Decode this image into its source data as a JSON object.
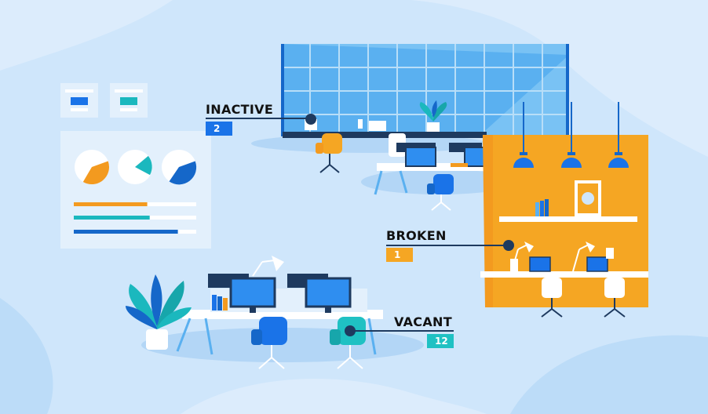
{
  "status": {
    "inactive": {
      "label": "INACTIVE",
      "count": "2",
      "color": "#1a73e8"
    },
    "broken": {
      "label": "BROKEN",
      "count": "1",
      "color": "#f5a623"
    },
    "vacant": {
      "label": "VACANT",
      "count": "12",
      "color": "#1fc1c3"
    }
  },
  "dashboard": {
    "pie_values": [
      0.3,
      0.15,
      0.35
    ],
    "bars": [
      {
        "fill": 0.6,
        "color": "#f39a1f"
      },
      {
        "fill": 0.62,
        "color": "#1bb8be"
      },
      {
        "fill": 0.85,
        "color": "#1567c9"
      }
    ]
  },
  "colors": {
    "background": "#cfe6fb",
    "glass": "#5ab0f0",
    "orange_wall": "#f5a623",
    "lamp": "#1a73e8",
    "desk": "#ffffff",
    "monitor": "#2f8ef0"
  }
}
